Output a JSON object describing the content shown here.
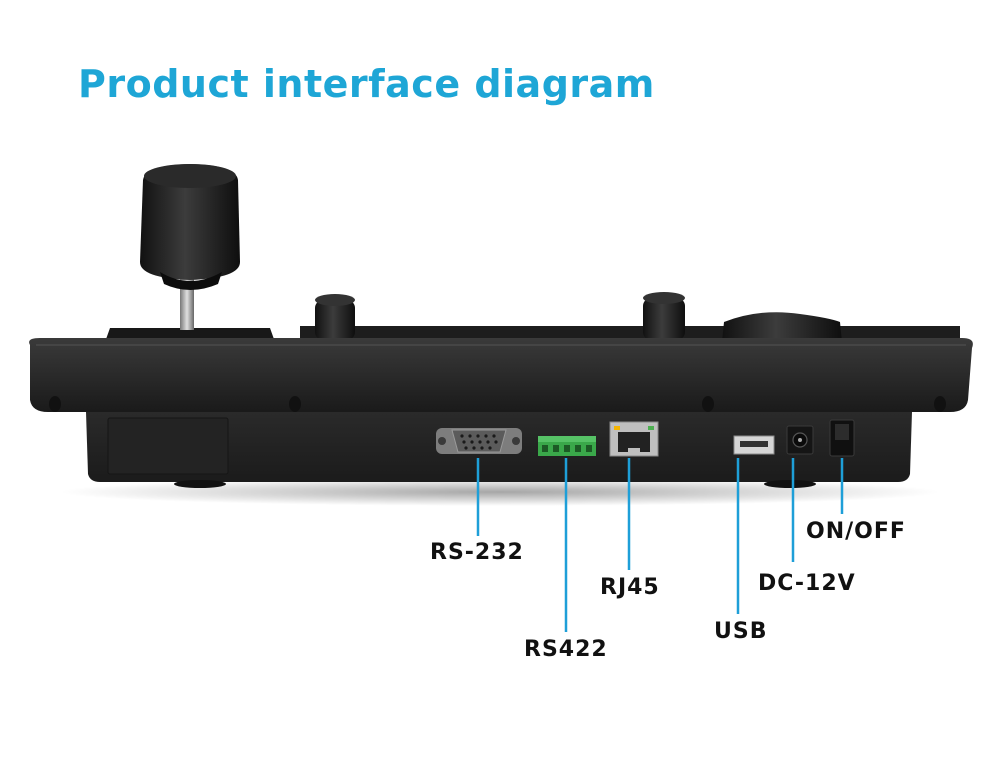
{
  "title": "Product interface diagram",
  "colors": {
    "title": "#1ea6d6",
    "leader_line": "#1e9fd8",
    "device_body": "#2b2b2b",
    "terminal_block": "#3aa84a",
    "label_text": "#111111"
  },
  "device": {
    "name_icon": "ptz-keyboard-controller-rear-view"
  },
  "ports": [
    {
      "id": "rs232",
      "label": "RS-232",
      "icon": "db9-serial-port-icon"
    },
    {
      "id": "rs422",
      "label": "RS422",
      "icon": "terminal-block-icon"
    },
    {
      "id": "rj45",
      "label": "RJ45",
      "icon": "ethernet-port-icon"
    },
    {
      "id": "usb",
      "label": "USB",
      "icon": "usb-port-icon"
    },
    {
      "id": "dc12v",
      "label": "DC-12V",
      "icon": "dc-jack-icon"
    },
    {
      "id": "onoff",
      "label": "ON/OFF",
      "icon": "power-switch-icon"
    }
  ]
}
